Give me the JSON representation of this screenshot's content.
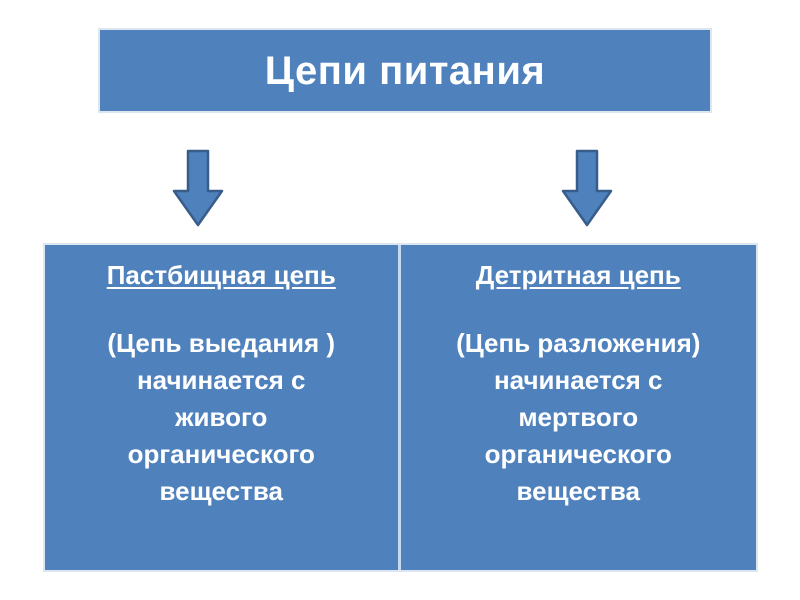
{
  "slide": {
    "background_color": "#ffffff",
    "accent_color": "#4F81BD",
    "border_color": "#DCE6F1",
    "text_color": "#FFFFFF"
  },
  "title": {
    "text": "Цепи питания"
  },
  "arrows": [
    {
      "name": "down-arrow-left",
      "direction": "down",
      "fill": "#4F81BD",
      "stroke": "#385D8A"
    },
    {
      "name": "down-arrow-right",
      "direction": "down",
      "fill": "#4F81BD",
      "stroke": "#385D8A"
    }
  ],
  "columns": [
    {
      "heading": "Пастбищная цепь",
      "lines": [
        "(Цепь выедания )",
        "начинается с",
        "живого",
        "органического",
        "вещества"
      ]
    },
    {
      "heading": "Детритная цепь",
      "lines": [
        "(Цепь разложения)",
        "начинается с",
        "мертвого",
        "органического",
        "вещества"
      ]
    }
  ]
}
